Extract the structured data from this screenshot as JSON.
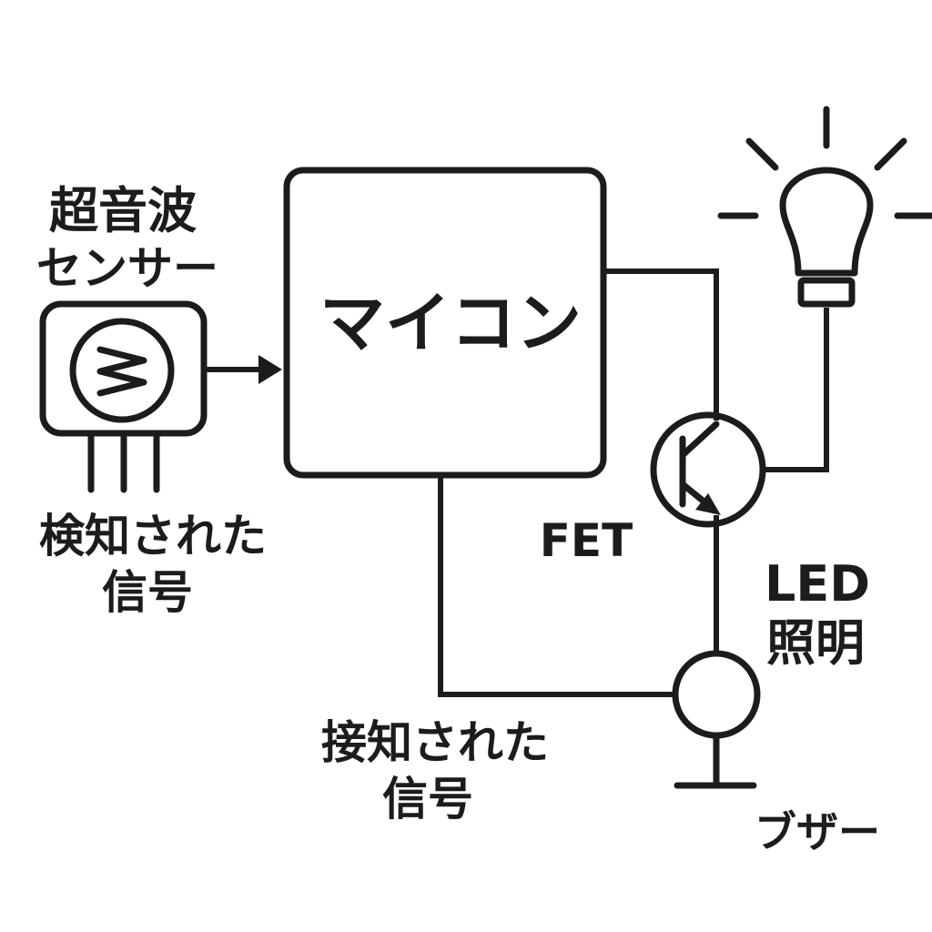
{
  "labels": {
    "sensor_line1": "超音波",
    "sensor_line2": "センサー",
    "mcu": "マイコン",
    "detected_line1": "検知された",
    "detected_line2": "信号",
    "fet": "FET",
    "led_line1": "LED",
    "led_line2": "照明",
    "contact_line1": "接知された",
    "contact_line2": "信号",
    "buzzer": "ブザー"
  },
  "icons": {
    "sensor": "ultrasonic-sensor-icon",
    "bulb": "light-bulb-icon",
    "transistor": "transistor-icon",
    "buzzer": "buzzer-icon"
  },
  "colors": {
    "ink": "#1c1c1c",
    "background": "#ffffff"
  }
}
